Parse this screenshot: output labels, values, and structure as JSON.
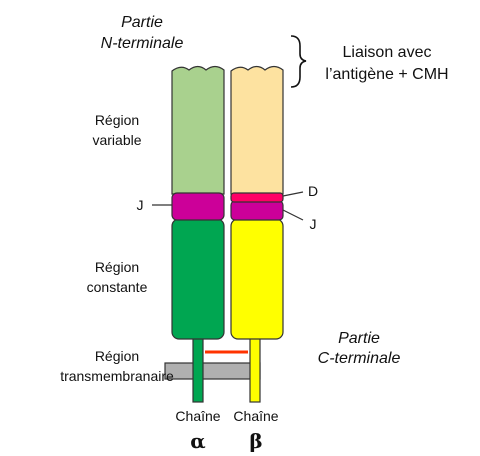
{
  "labels": {
    "n_terminal": [
      "Partie",
      "N-terminale"
    ],
    "binding": [
      "Liaison avec",
      "l’antigène + CMH"
    ],
    "variable": [
      "Région",
      "variable"
    ],
    "constant": [
      "Région",
      "constante"
    ],
    "transmembrane": [
      "Région",
      "transmembranaire"
    ],
    "c_terminal": [
      "Partie",
      "C-terminale"
    ],
    "j_left": "J",
    "d_right": "D",
    "j_right": "J",
    "chain_alpha_word": "Chaîne",
    "chain_beta_word": "Chaîne",
    "alpha_symbol": "α",
    "beta_symbol": "β"
  },
  "colors": {
    "alpha_variable": "#a9d18e",
    "alpha_constant": "#00a651",
    "beta_variable": "#fde2a0",
    "beta_constant": "#ffff00",
    "j_segment": "#cc0099",
    "d_segment": "#ff0066",
    "membrane": "#b0b0b0",
    "disulfide": "#ff3300"
  }
}
